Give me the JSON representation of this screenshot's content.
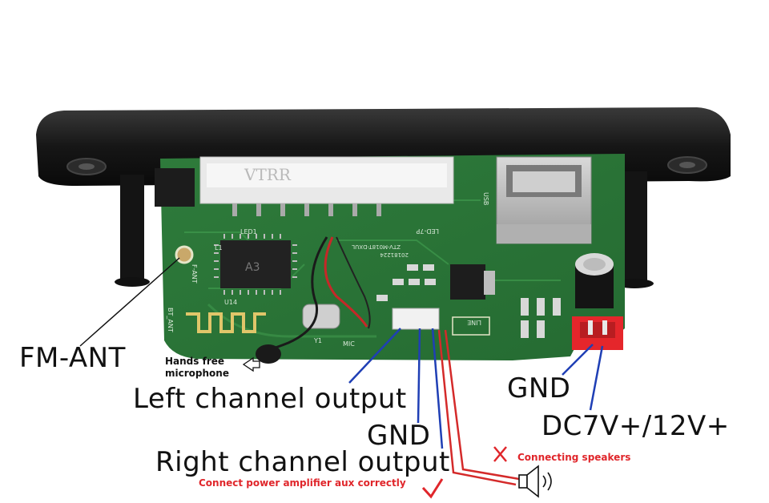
{
  "labels": {
    "fm_ant": "FM-ANT",
    "hands_free_line1": "Hands free",
    "hands_free_line2": "microphone",
    "left_channel": "Left channel output",
    "gnd_center": "GND",
    "right_channel": "Right channel output",
    "connect_aux": "Connect power amplifier aux correctly",
    "connecting_speakers": "Connecting speakers",
    "gnd_power": "GND",
    "dc_power": "DC7V+/12V+"
  },
  "board_text": {
    "vtrr": "VTRR",
    "led_7p": "LED-7P",
    "led1": "LED1",
    "l1": "L1",
    "f_ant": "F-ANT",
    "bt_ant": "BT_ANT",
    "model": "ZTV-M018T-DXUL",
    "date": "20181224",
    "usb": "USB",
    "line": "LINE",
    "mic": "MIC",
    "y1": "Y1",
    "u14": "U14",
    "chip": "A3"
  },
  "colors": {
    "pcb": "#2f7d3c",
    "pcb_dark": "#1f5e2b",
    "bezel": "#1b1b1b",
    "blue_line": "#1f3fb5",
    "red_line": "#d42a2a",
    "red_connector": "#e5262b"
  },
  "icons": {
    "speaker": "speaker-icon",
    "check": "check-mark-icon",
    "cross": "cross-mark-icon",
    "arrow": "arrow-left-icon"
  }
}
